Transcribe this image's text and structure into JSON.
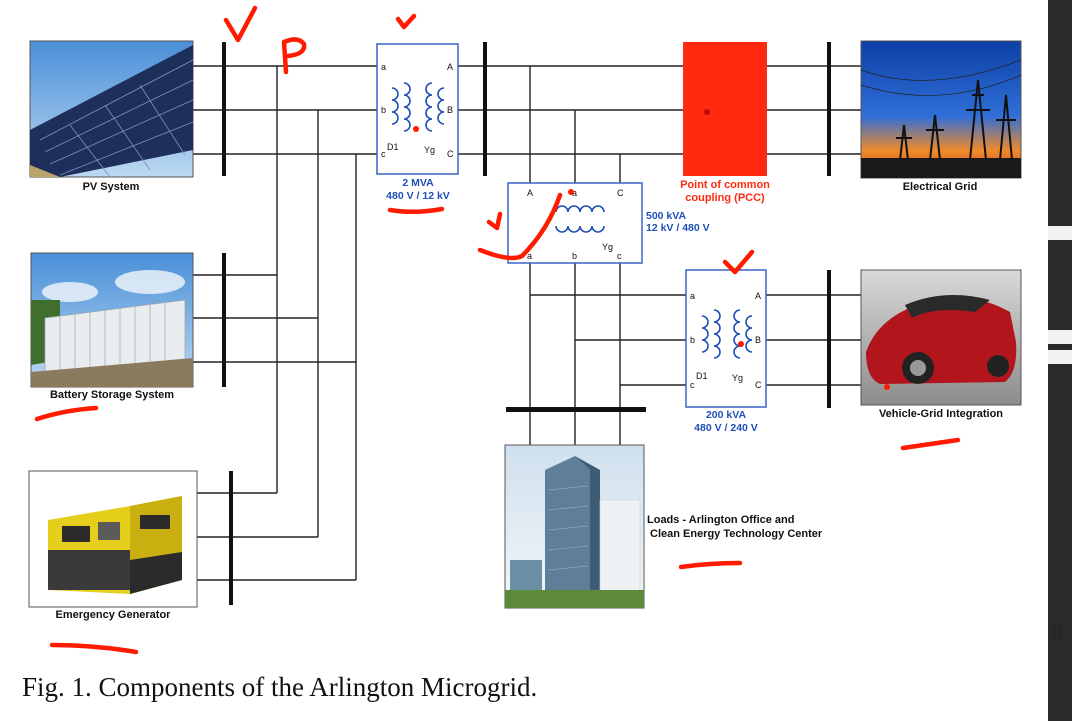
{
  "figure": {
    "caption": "Fig. 1.  Components of the Arlington Microgrid.",
    "edge_fragment": "tt"
  },
  "components": {
    "pv": {
      "label": "PV System"
    },
    "battery": {
      "label": "Battery Storage System"
    },
    "generator": {
      "label": "Emergency Generator"
    },
    "grid": {
      "label": "Electrical Grid"
    },
    "vehicle": {
      "label": "Vehicle-Grid Integration"
    },
    "loads": {
      "label_line1": "Loads - Arlington Office and",
      "label_line2": "Clean Energy Technology Center"
    },
    "pcc": {
      "label_line1": "Point of common",
      "label_line2": "coupling (PCC)"
    }
  },
  "transformers": {
    "t1": {
      "rating": "2 MVA",
      "voltage": "480 V / 12 kV",
      "left_terminals": [
        "a",
        "b",
        "c"
      ],
      "right_terminals": [
        "A",
        "B",
        "C"
      ],
      "left_tag": "D1",
      "right_tag": "Yg"
    },
    "t2": {
      "rating": "500 kVA",
      "voltage": "12 kV / 480 V",
      "top_terminals": [
        "A",
        "a",
        "C"
      ],
      "bottom_terminals": [
        "a",
        "b",
        "c"
      ],
      "side_tag": "Yg"
    },
    "t3": {
      "rating": "200 kVA",
      "voltage": "480 V / 240 V",
      "left_terminals": [
        "a",
        "b",
        "c"
      ],
      "right_terminals": [
        "A",
        "B",
        "C"
      ],
      "left_tag": "D1",
      "right_tag": "Yg"
    }
  },
  "annotations": {
    "ink_color": "#ff1a00",
    "handwritten_letter": "P"
  },
  "colors": {
    "bus": "#111111",
    "wire": "#222222",
    "transformer_border": "#3a63c8",
    "transformer_coil": "#1f4fb8",
    "pcc_fill": "#ff2a10"
  }
}
